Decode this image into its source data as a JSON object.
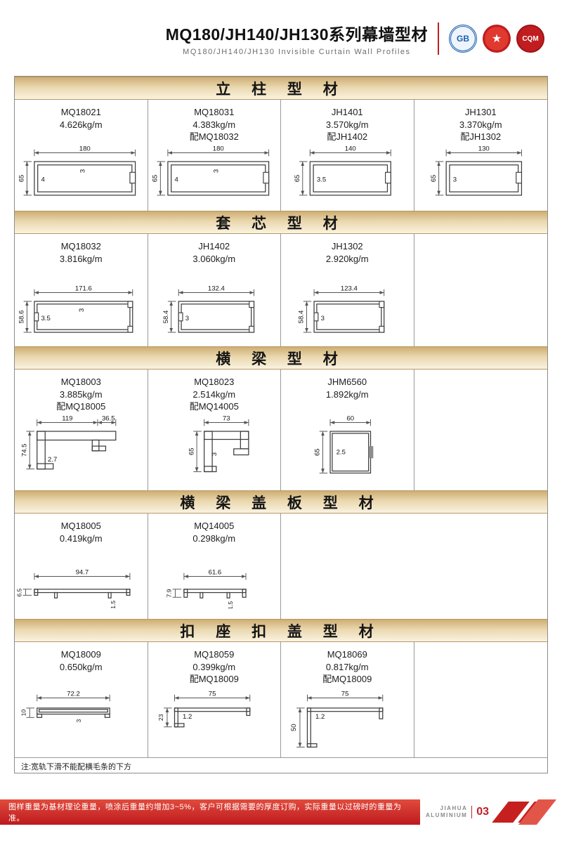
{
  "header": {
    "title": "MQ180/JH140/JH130系列幕墙型材",
    "subtitle": "MQ180/JH140/JH130  Invisible  Curtain  Wall  Profiles"
  },
  "logos": {
    "gb": "GB",
    "star": "★",
    "cqm": "CQM"
  },
  "sections": [
    {
      "title": "立 柱 型 材",
      "cells": [
        {
          "code": "MQ18021",
          "weight": "4.626kg/m",
          "mate": "",
          "dim_w": "180",
          "dim_h": "65",
          "t1": "4",
          "t2": "3"
        },
        {
          "code": "MQ18031",
          "weight": "4.383kg/m",
          "mate": "配MQ18032",
          "dim_w": "180",
          "dim_h": "65",
          "t1": "4",
          "t2": "3"
        },
        {
          "code": "JH1401",
          "weight": "3.570kg/m",
          "mate": "配JH1402",
          "dim_w": "140",
          "dim_h": "65",
          "t1": "3.5",
          "t2": ""
        },
        {
          "code": "JH1301",
          "weight": "3.370kg/m",
          "mate": "配JH1302",
          "dim_w": "130",
          "dim_h": "65",
          "t1": "3",
          "t2": ""
        }
      ]
    },
    {
      "title": "套 芯 型 材",
      "cells": [
        {
          "code": "MQ18032",
          "weight": "3.816kg/m",
          "mate": "",
          "dim_w": "171.6",
          "dim_h": "58.6",
          "t1": "3.5",
          "t2": "3"
        },
        {
          "code": "JH1402",
          "weight": "3.060kg/m",
          "mate": "",
          "dim_w": "132.4",
          "dim_h": "58.4",
          "t1": "3",
          "t2": ""
        },
        {
          "code": "JH1302",
          "weight": "2.920kg/m",
          "mate": "",
          "dim_w": "123.4",
          "dim_h": "58.4",
          "t1": "3",
          "t2": ""
        }
      ]
    },
    {
      "title": "横 梁 型 材",
      "cells": [
        {
          "code": "MQ18003",
          "weight": "3.885kg/m",
          "mate": "配MQ18005",
          "dim_w": "119",
          "dim_w2": "36.5",
          "dim_h": "74.5",
          "t1": "2.7"
        },
        {
          "code": "MQ18023",
          "weight": "2.514kg/m",
          "mate": "配MQ14005",
          "dim_w": "73",
          "dim_h": "65",
          "t1": "3"
        },
        {
          "code": "JHM6560",
          "weight": "1.892kg/m",
          "mate": "",
          "dim_w": "60",
          "dim_h": "65",
          "t1": "2.5"
        }
      ]
    },
    {
      "title": "横 梁 盖 板 型 材",
      "cells": [
        {
          "code": "MQ18005",
          "weight": "0.419kg/m",
          "mate": "",
          "dim_w": "94.7",
          "dim_h": "6.5",
          "t1": "1.5"
        },
        {
          "code": "MQ14005",
          "weight": "0.298kg/m",
          "mate": "",
          "dim_w": "61.6",
          "dim_h": "7.9",
          "t1": "1.5"
        }
      ]
    },
    {
      "title": "扣 座 扣 盖 型 材",
      "cells": [
        {
          "code": "MQ18009",
          "weight": "0.650kg/m",
          "mate": "",
          "dim_w": "72.2",
          "dim_h": "10",
          "t1": "3"
        },
        {
          "code": "MQ18059",
          "weight": "0.399kg/m",
          "mate": "配MQ18009",
          "dim_w": "75",
          "dim_h": "23",
          "t1": "1.2"
        },
        {
          "code": "MQ18069",
          "weight": "0.817kg/m",
          "mate": "配MQ18009",
          "dim_w": "75",
          "dim_h": "50",
          "t1": "1.2"
        }
      ]
    }
  ],
  "note": "注:宽轨下滑不能配横毛条的下方",
  "footer": {
    "text": "图样重量为基材理论重量，喷涂后重量约增加3~5%，客户可根据需要的厚度订购，实际重量以过磅时的重量为准。",
    "brand_line1": "JIAHUA",
    "brand_line2": "ALUMINIUM",
    "page": "03"
  }
}
